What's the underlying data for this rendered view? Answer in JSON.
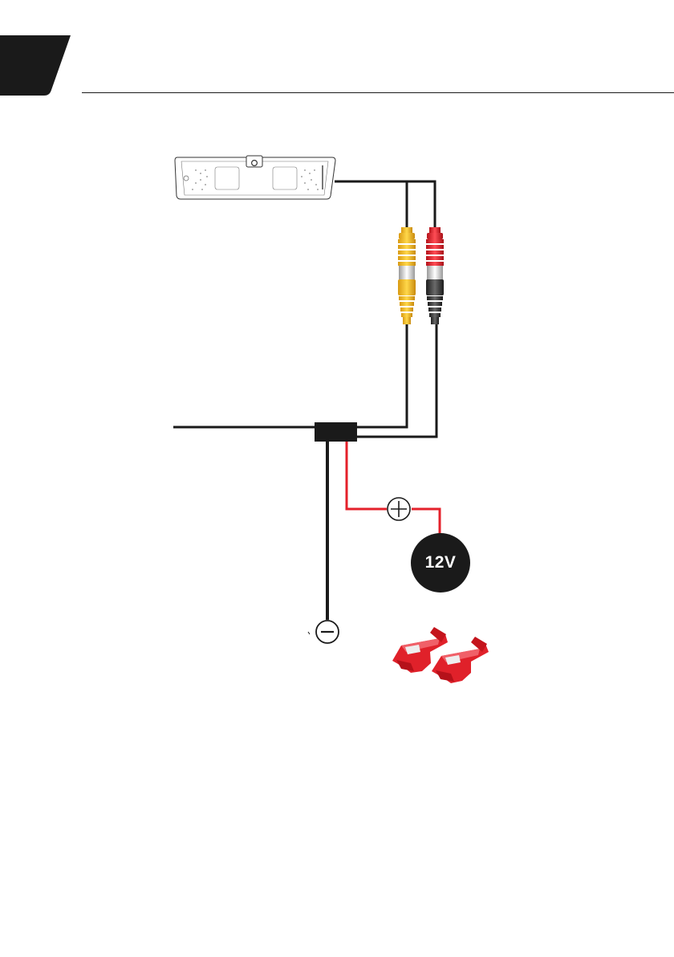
{
  "diagram": {
    "power_label": "12V",
    "positive_symbol": "plus",
    "negative_symbol": "minus",
    "colors": {
      "wire_black": "#1a1a1a",
      "wire_red": "#e4212b",
      "plug_yellow": "#f5c12e",
      "plug_red": "#e4212b",
      "plug_dark": "#3a3a3a",
      "connector_red": "#e0212a"
    },
    "components": [
      "license-plate-camera",
      "yellow-rca-plug",
      "red-rca-plug",
      "junction-box",
      "power-source",
      "ground",
      "wire-tap-connectors"
    ]
  }
}
